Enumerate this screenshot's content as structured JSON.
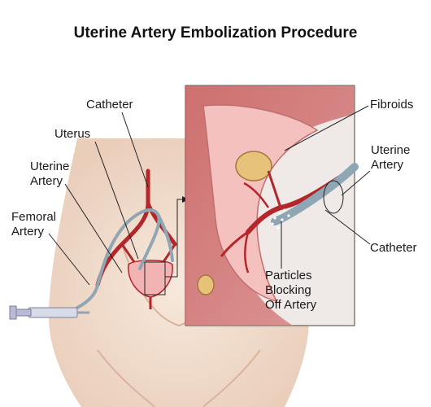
{
  "title": "Uterine Artery Embolization Procedure",
  "labels": {
    "catheter_left": "Catheter",
    "uterus": "Uterus",
    "uterine_artery_left": "Uterine\nArtery",
    "femoral_artery": "Femoral\nArtery",
    "fibroids": "Fibroids",
    "uterine_artery_right": "Uterine\nArtery",
    "catheter_right": "Catheter",
    "particles": "Particles\nBlocking\nOff Artery"
  },
  "colors": {
    "skin": "#f3dccb",
    "skin_shadow": "#e2bfa8",
    "artery": "#b3262b",
    "catheter": "#8fa6b5",
    "tissue": "#f2b3b3",
    "fibroid": "#e7c27a",
    "leader": "#222222"
  }
}
